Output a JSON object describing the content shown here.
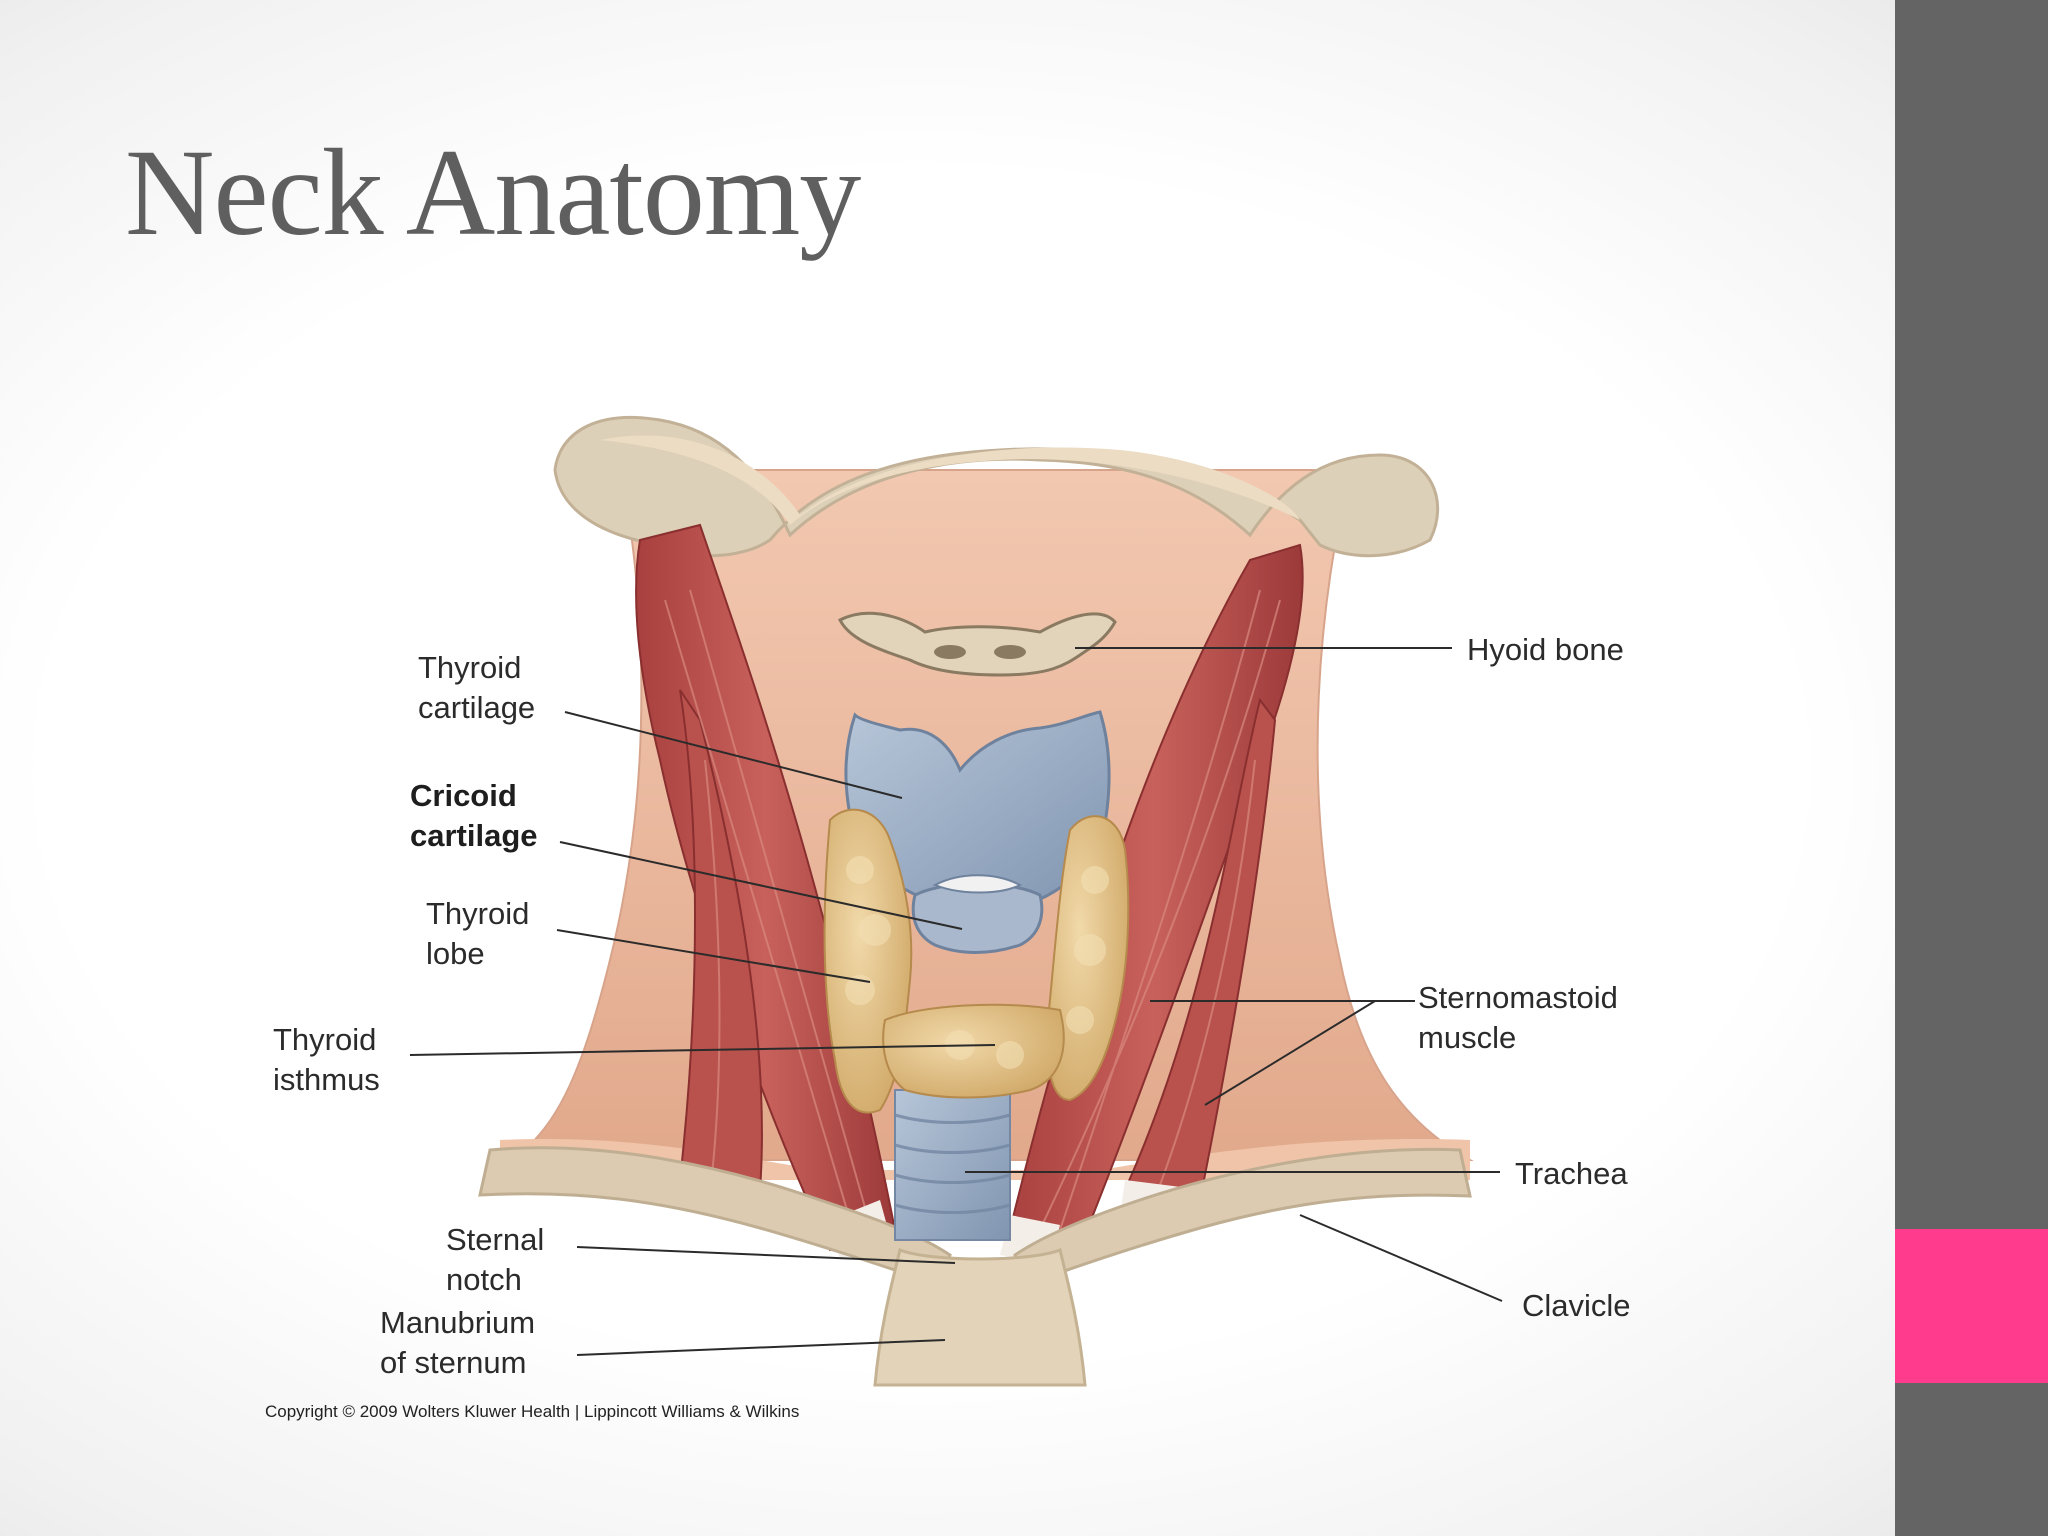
{
  "slide": {
    "title": "Neck Anatomy",
    "sidebar_color": "#646464",
    "accent_color": "#ff3b8d"
  },
  "figure": {
    "labels": {
      "hyoid_bone": "Hyoid bone",
      "thyroid_cartilage_1": "Thyroid",
      "thyroid_cartilage_2": "cartilage",
      "cricoid_cartilage_1": "Cricoid",
      "cricoid_cartilage_2": "cartilage",
      "thyroid_lobe_1": "Thyroid",
      "thyroid_lobe_2": "lobe",
      "thyroid_isthmus_1": "Thyroid",
      "thyroid_isthmus_2": "isthmus",
      "sternomastoid_1": "Sternomastoid",
      "sternomastoid_2": "muscle",
      "trachea": "Trachea",
      "sternal_notch_1": "Sternal",
      "sternal_notch_2": "notch",
      "clavicle": "Clavicle",
      "manubrium_1": "Manubrium",
      "manubrium_2": "of sternum"
    },
    "copyright": "Copyright © 2009 Wolters Kluwer Health | Lippincott Williams & Wilkins",
    "colors": {
      "skin": "#e9b69a",
      "muscle": "#b8504c",
      "bone": "#dccbb0",
      "cartilage": "#9fb1c8",
      "thyroid": "#e2c28a"
    }
  }
}
